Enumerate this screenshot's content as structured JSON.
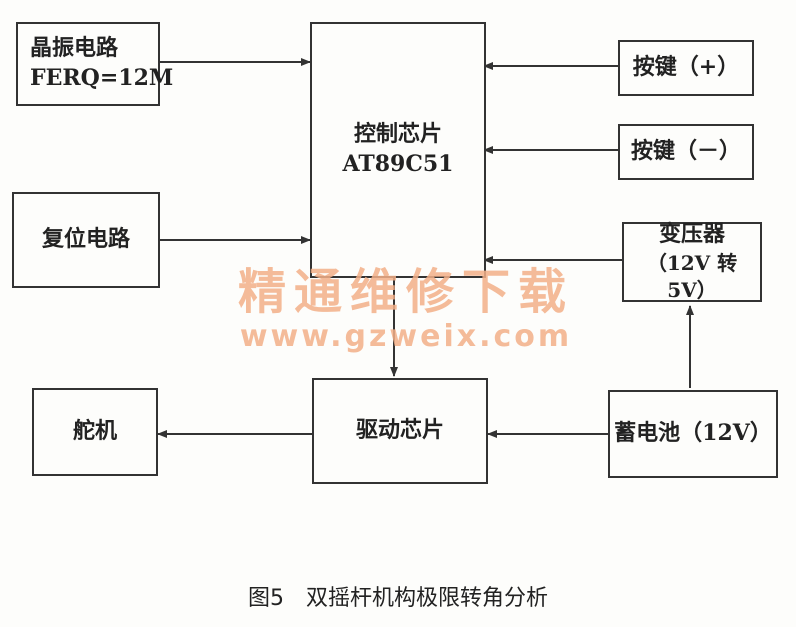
{
  "boxes": {
    "oscillator": {
      "line1": "晶振电路",
      "line2": "FERQ=12M"
    },
    "reset": {
      "label": "复位电路"
    },
    "controller": {
      "line1": "控制芯片",
      "line2": "AT89C51"
    },
    "key_plus": {
      "label": "按键（+）"
    },
    "key_minus": {
      "label": "按键（－）"
    },
    "transformer": {
      "line1": "变压器",
      "line2": "（12V 转 5V）"
    },
    "servo": {
      "label": "舵机"
    },
    "driver": {
      "label": "驱动芯片"
    },
    "battery": {
      "label": "蓄电池（12V）"
    }
  },
  "watermark": {
    "text": "精通维修下载",
    "url": "www.gzweix.com"
  },
  "caption": "图5　双摇杆机构极限转角分析",
  "colors": {
    "line": "#333333",
    "watermark": "#f3b089"
  }
}
